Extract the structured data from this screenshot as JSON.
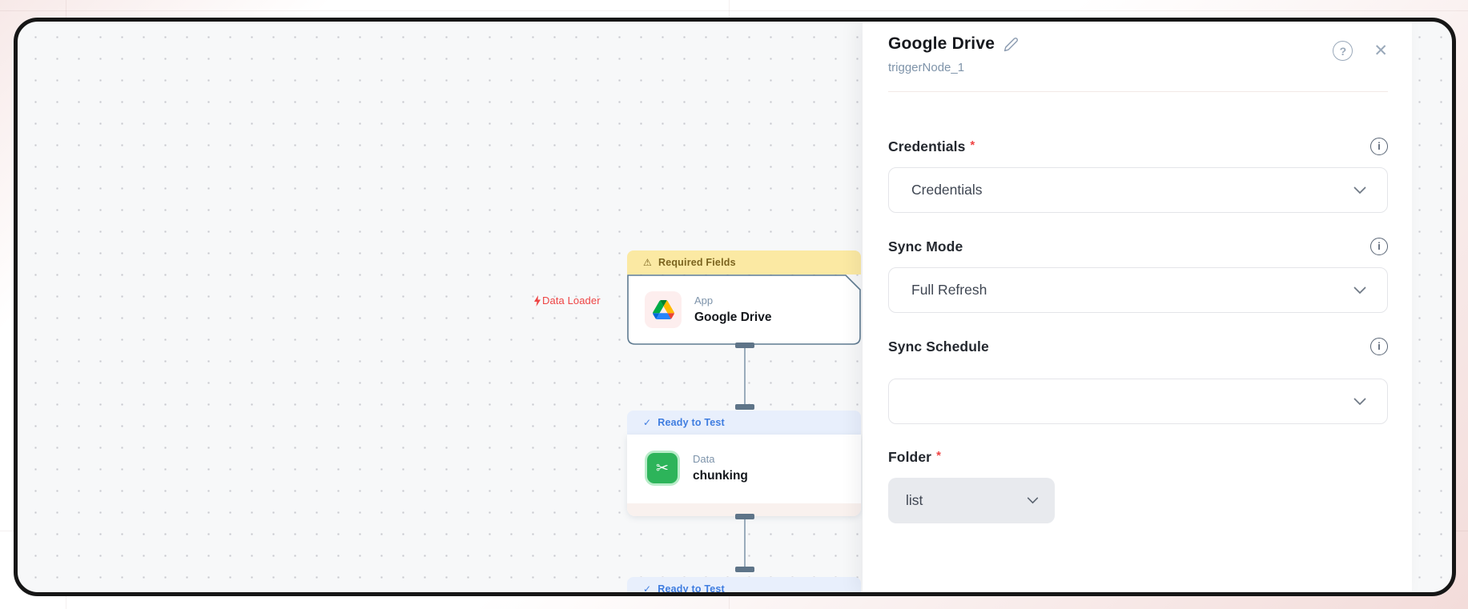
{
  "panel": {
    "title": "Google Drive",
    "node_id": "triggerNode_1",
    "help_icon": "?",
    "close_icon": "✕",
    "info_icon": "i",
    "fields": [
      {
        "label": "Credentials",
        "required": "*",
        "value": "Credentials",
        "has_info": true
      },
      {
        "label": "Sync Mode",
        "required": "",
        "value": "Full Refresh",
        "has_info": true
      },
      {
        "label": "Sync Schedule",
        "required": "",
        "value": "",
        "has_info": true
      },
      {
        "label": "Folder",
        "required": "*",
        "value": "list",
        "has_info": false
      }
    ]
  },
  "canvas": {
    "edge_label": "Data Loader",
    "google_drive_node": {
      "badge_icon": "⚠",
      "badge": "Required Fields",
      "category": "App",
      "name": "Google Drive"
    },
    "chunking_node": {
      "badge_icon": "✓",
      "badge": "Ready to Test",
      "category": "Data",
      "name": "chunking"
    },
    "bottom_node": {
      "badge_icon": "✓",
      "badge": "Ready to Test"
    },
    "chunking_icon_glyph": "✂"
  },
  "colors": {
    "frame_border": "#161616",
    "canvas_bg": "#f7f8f9",
    "accent_red": "#ee4444",
    "warning_badge_bg": "#fbe9a3",
    "warning_badge_text": "#7a631e",
    "ready_badge_bg": "#e8effc",
    "ready_badge_text": "#3f7de0",
    "node_border": "#5f7b91",
    "chunking_icon_green": "#2db45a"
  }
}
